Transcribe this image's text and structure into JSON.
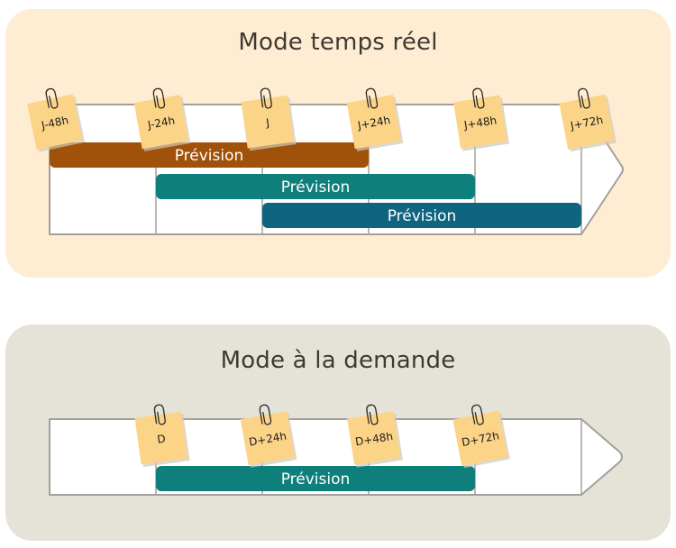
{
  "colors": {
    "realtime_panel_bg": "#FEEDD3",
    "ondemand_panel_bg": "#E5E2D8",
    "title_text": "#3E3A33",
    "timeline_fill": "#FFFFFF",
    "timeline_stroke": "#A3A09A",
    "sticky_note": "#FCD488",
    "sticky_note_shadow": "#CFC8BA",
    "bar_brown": "#A0510A",
    "bar_teal": "#0E7F7B",
    "bar_dark_teal": "#0F6580",
    "bar_text": "#FFFFFF"
  },
  "panels": [
    {
      "id": "realtime",
      "title": "Mode temps réel",
      "timeline": {
        "columns": 5,
        "markers": [
          {
            "label": "J-48h",
            "position": 0
          },
          {
            "label": "J-24h",
            "position": 1
          },
          {
            "label": "J",
            "position": 2
          },
          {
            "label": "J+24h",
            "position": 3
          },
          {
            "label": "J+48h",
            "position": 4
          },
          {
            "label": "J+72h",
            "position": 5
          }
        ],
        "bars": [
          {
            "label": "Prévision",
            "start": 0,
            "end": 3,
            "color": "bar_brown"
          },
          {
            "label": "Prévision",
            "start": 1,
            "end": 4,
            "color": "bar_teal"
          },
          {
            "label": "Prévision",
            "start": 2,
            "end": 5,
            "color": "bar_dark_teal"
          }
        ]
      }
    },
    {
      "id": "ondemand",
      "title": "Mode à la demande",
      "timeline": {
        "columns": 5,
        "markers": [
          {
            "label": "D",
            "position": 1
          },
          {
            "label": "D+24h",
            "position": 2
          },
          {
            "label": "D+48h",
            "position": 3
          },
          {
            "label": "D+72h",
            "position": 4
          }
        ],
        "bars": [
          {
            "label": "Prévision",
            "start": 1,
            "end": 4,
            "color": "bar_teal"
          }
        ]
      }
    }
  ]
}
